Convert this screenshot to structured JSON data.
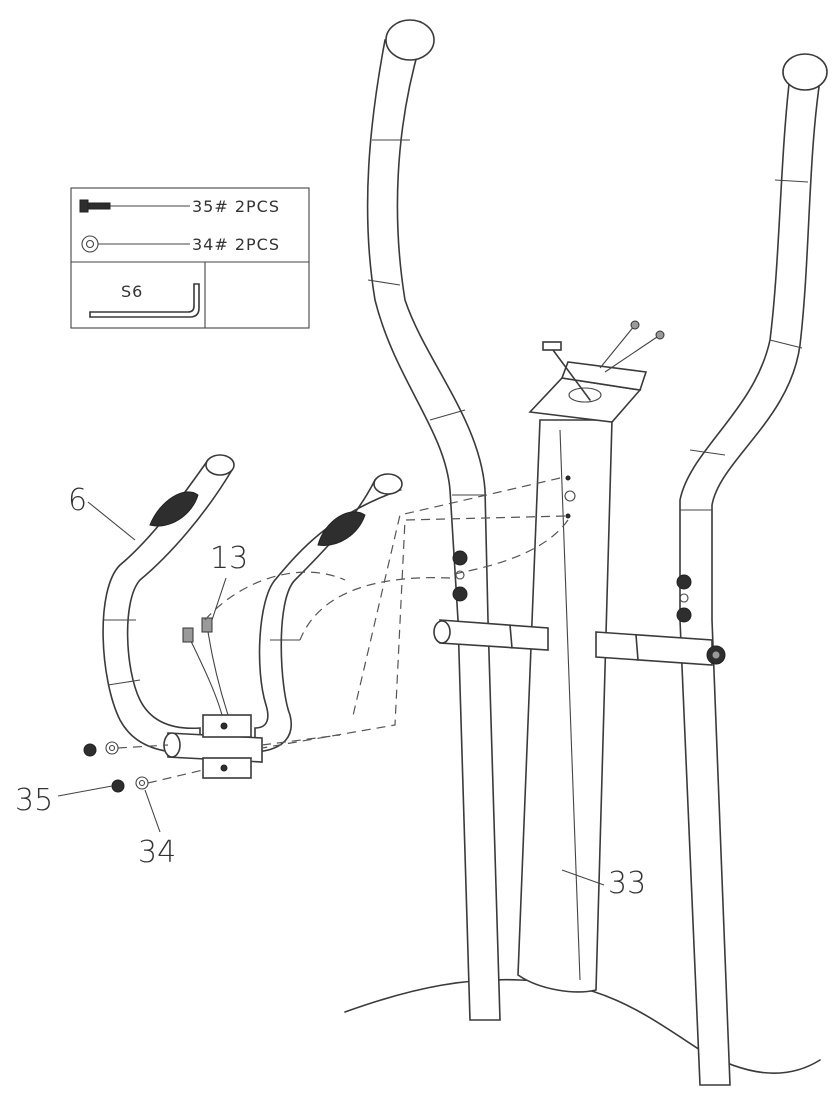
{
  "legend": {
    "bolt_row": {
      "text": "35# 2PCS",
      "icon": "bolt-icon"
    },
    "washer_row": {
      "text": "34# 2PCS",
      "icon": "washer-icon"
    },
    "tool_row": {
      "text": "S6",
      "icon": "allen-key-icon"
    }
  },
  "callouts": {
    "handlebar": "6",
    "wire": "13",
    "bolt": "35",
    "washer": "34",
    "frame": "33"
  }
}
